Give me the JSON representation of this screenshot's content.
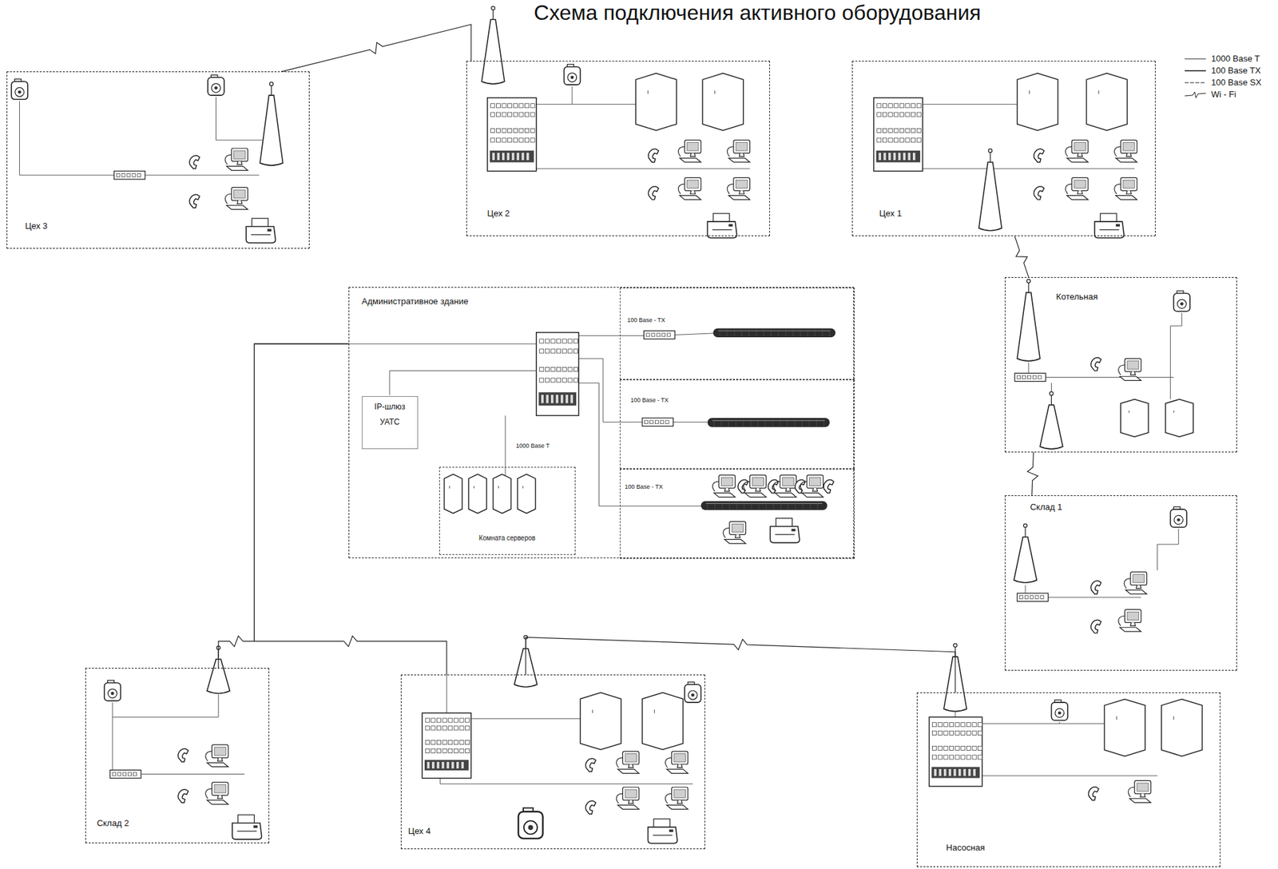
{
  "diagram": {
    "title": "Схема подключения активного оборудования",
    "nodes": [
      {
        "text": [
          "Цех 3"
        ]
      },
      {
        "text": [
          "Цех 2"
        ]
      },
      {
        "text": [
          "Цех 1"
        ]
      },
      {
        "text": [
          "Административное здание"
        ]
      },
      {
        "text": [
          "IP-шлюз",
          "УАТС"
        ],
        "in": 3
      },
      {
        "text": [
          "Комната серверов"
        ],
        "in": 3
      },
      {
        "text": [
          "100 Base - TX"
        ],
        "in": 3
      },
      {
        "text": [
          "100 Base - TX"
        ],
        "in": 3
      },
      {
        "text": [
          "100 Base - TX"
        ],
        "in": 3
      },
      {
        "text": [
          "Котельная"
        ]
      },
      {
        "text": [
          "Склад 1"
        ]
      },
      {
        "text": [
          "Склад 2"
        ]
      },
      {
        "text": [
          "Цех 4"
        ]
      },
      {
        "text": [
          "Насосная"
        ]
      }
    ],
    "edges": [
      {
        "from": 0,
        "to": 1,
        "arrow": "none"
      },
      {
        "from": 2,
        "to": 9,
        "arrow": "none"
      },
      {
        "from": 9,
        "to": 10,
        "arrow": "none"
      },
      {
        "from": 3,
        "to": 11,
        "arrow": "none"
      },
      {
        "from": 3,
        "to": 12,
        "arrow": "none"
      },
      {
        "from": 12,
        "to": 13,
        "arrow": "none"
      }
    ],
    "labels": [
      "1000 Base T"
    ],
    "legend": [
      {
        "text": "1000 Base T"
      },
      {
        "text": "100 Base TX"
      },
      {
        "text": "100 Base SX"
      },
      {
        "text": "Wi - Fi"
      }
    ]
  }
}
